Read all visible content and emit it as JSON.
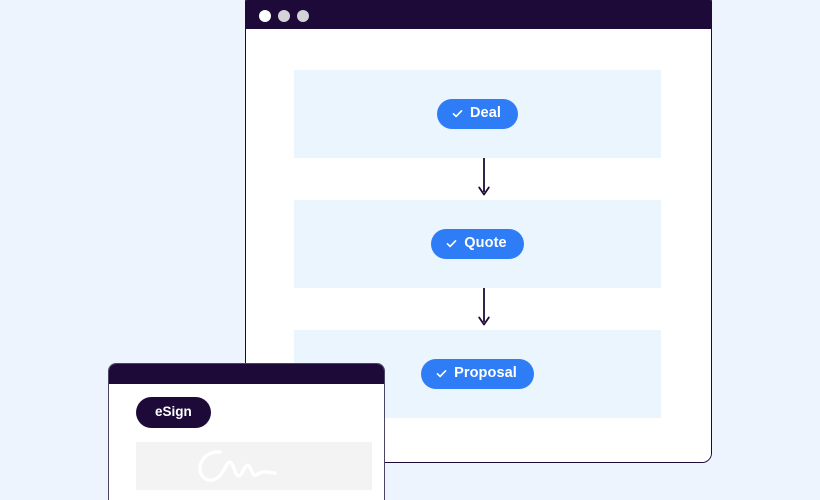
{
  "page": {
    "background_color": "#eef4fe",
    "title": "Deal to eSign workflow"
  },
  "main_window": {
    "chrome_color": "#1d0a38",
    "border_color": "#1d0a38",
    "body_color": "#ffffff",
    "traffic_lights": [
      {
        "name": "close-dot",
        "color": "#ffffff"
      },
      {
        "name": "minimize-dot",
        "color": "#d4d4d8"
      },
      {
        "name": "maximize-dot",
        "color": "#d4d4d8"
      }
    ],
    "accent_color": "#2f7df6",
    "band_color": "#eaf5fd",
    "steps": [
      {
        "label": "Deal",
        "icon": "check-icon",
        "state": "complete"
      },
      {
        "label": "Quote",
        "icon": "check-icon",
        "state": "complete"
      },
      {
        "label": "Proposal",
        "icon": "check-icon",
        "state": "complete"
      }
    ],
    "connectors": [
      {
        "name": "arrow-deal-to-quote",
        "direction": "down",
        "color": "#1d0a38"
      },
      {
        "name": "arrow-quote-to-proposal",
        "direction": "down",
        "color": "#1d0a38"
      }
    ]
  },
  "sign_window": {
    "chrome_color": "#1d0a38",
    "border_color": "#4a4566",
    "body_color": "#ffffff",
    "badge": {
      "label": "eSign",
      "background_color": "#1d0a38",
      "text_color": "#ffffff"
    },
    "signature_field": {
      "name": "signature-canvas",
      "background_color": "#f3f3f4",
      "stroke_color": "#ffffff",
      "content": "handwritten-signature"
    }
  }
}
